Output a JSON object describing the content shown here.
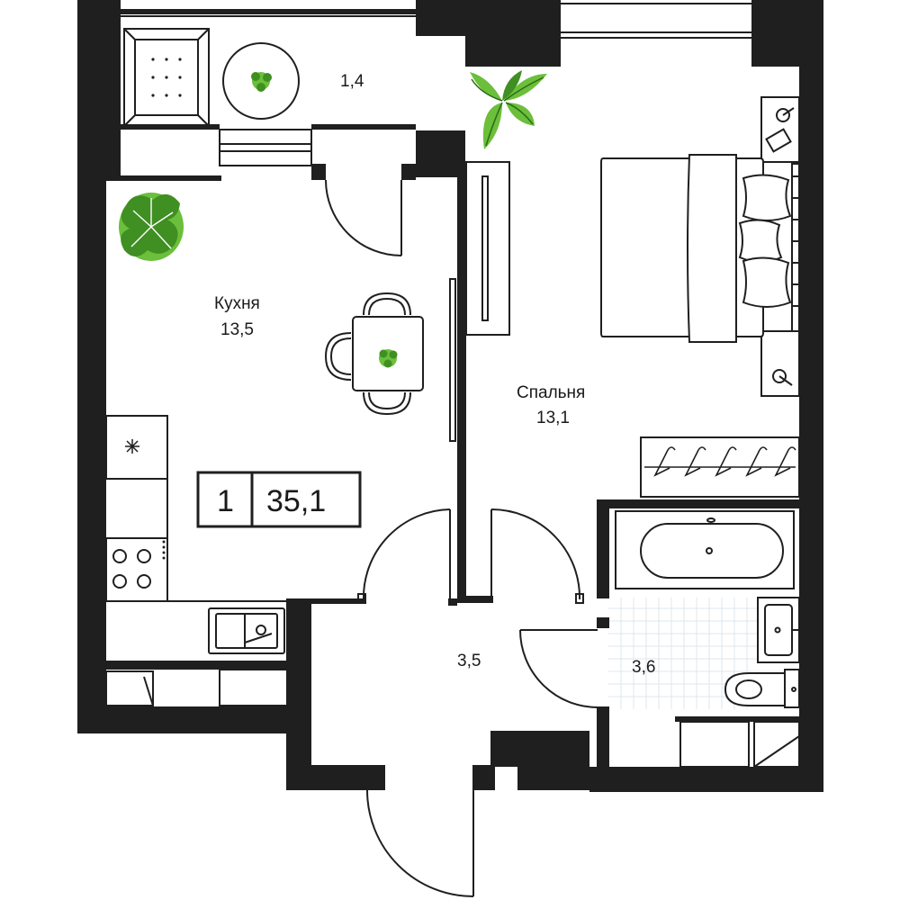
{
  "rooms": {
    "balcony": {
      "area": "1,4"
    },
    "kitchen": {
      "name": "Кухня",
      "area": "13,5"
    },
    "bedroom": {
      "name": "Спальня",
      "area": "13,1"
    },
    "hall": {
      "area": "3,5"
    },
    "bathroom": {
      "area": "3,6"
    }
  },
  "summary": {
    "rooms_count": "1",
    "total_area": "35,1"
  },
  "colors": {
    "wall": "#1f1f1f",
    "plant": "#6bbf3a",
    "plant_dark": "#3f8f22",
    "tile_grid": "#dde7ee"
  },
  "icons": [
    "armchair-icon",
    "plant-icon",
    "bed-icon",
    "pillow-icon",
    "nightstand-icon",
    "wardrobe-icon",
    "hanger-icon",
    "bathtub-icon",
    "sink-icon",
    "toilet-icon",
    "stove-icon",
    "fridge-icon",
    "dining-table-icon",
    "chair-icon",
    "door-icon",
    "window-icon"
  ]
}
